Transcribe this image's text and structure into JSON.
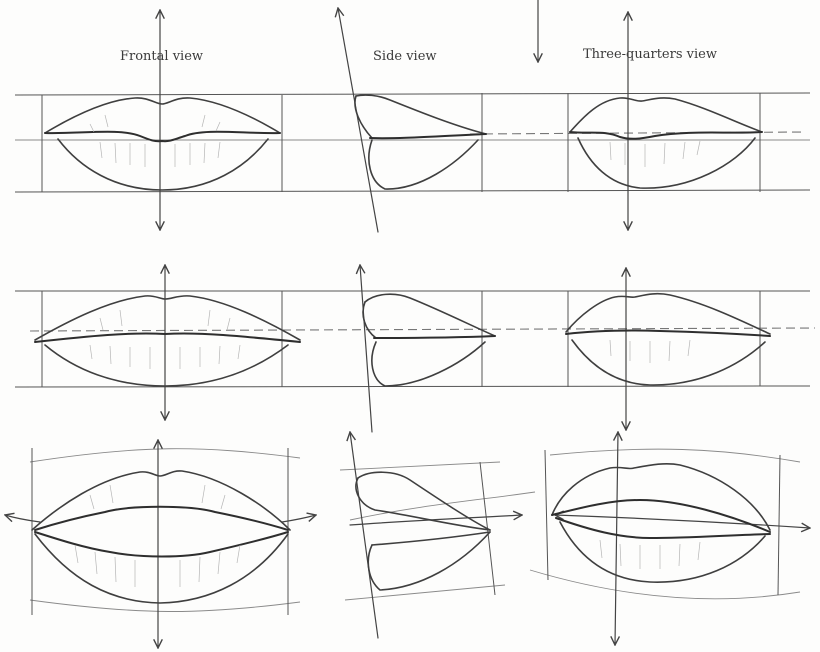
{
  "diagram": {
    "columns": [
      {
        "title": "Frontal view"
      },
      {
        "title": "Side view"
      },
      {
        "title": "Three-quarters view"
      }
    ]
  },
  "colors": {
    "paper": "#fdfdfc",
    "pencil": "#3f3f3f",
    "guide": "#555555"
  }
}
